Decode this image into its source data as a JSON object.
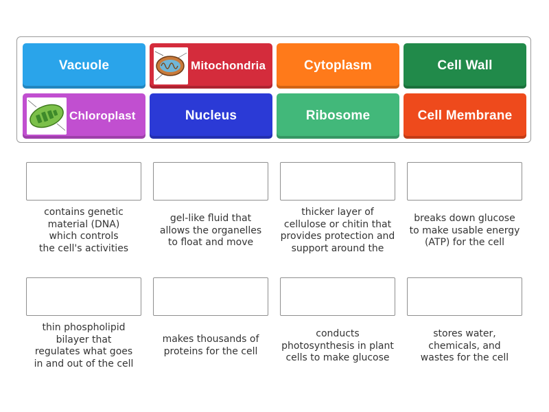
{
  "tiles": [
    {
      "label": "Vacuole",
      "color": "#2aa4ea"
    },
    {
      "label": "Mitochondria",
      "color": "#d42c3c",
      "icon": "mitochondria-image"
    },
    {
      "label": "Cytoplasm",
      "color": "#ff7a1a"
    },
    {
      "label": "Cell Wall",
      "color": "#218a4a"
    },
    {
      "label": "Chloroplast",
      "color": "#c14fd0",
      "icon": "chloroplast-image"
    },
    {
      "label": "Nucleus",
      "color": "#2b3ad6"
    },
    {
      "label": "Ribosome",
      "color": "#42b87a"
    },
    {
      "label": "Cell Membrane",
      "color": "#ee4a1c"
    }
  ],
  "descriptions": [
    [
      "contains genetic",
      "material (DNA)",
      "which controls",
      "the cell's activities"
    ],
    [
      "gel-like fluid that",
      "allows the organelles",
      "to float and move"
    ],
    [
      "thicker layer of",
      "cellulose or chitin that",
      "provides protection and",
      "support around the"
    ],
    [
      "breaks down glucose",
      "to make usable energy",
      "(ATP) for the cell"
    ],
    [
      "thin phospholipid",
      "bilayer that",
      "regulates what goes",
      "in and out of the cell"
    ],
    [
      "makes thousands of",
      "proteins for the cell"
    ],
    [
      "conducts",
      "photosynthesis in plant",
      "cells to make glucose"
    ],
    [
      "stores water,",
      "chemicals, and",
      "wastes for the cell"
    ]
  ]
}
